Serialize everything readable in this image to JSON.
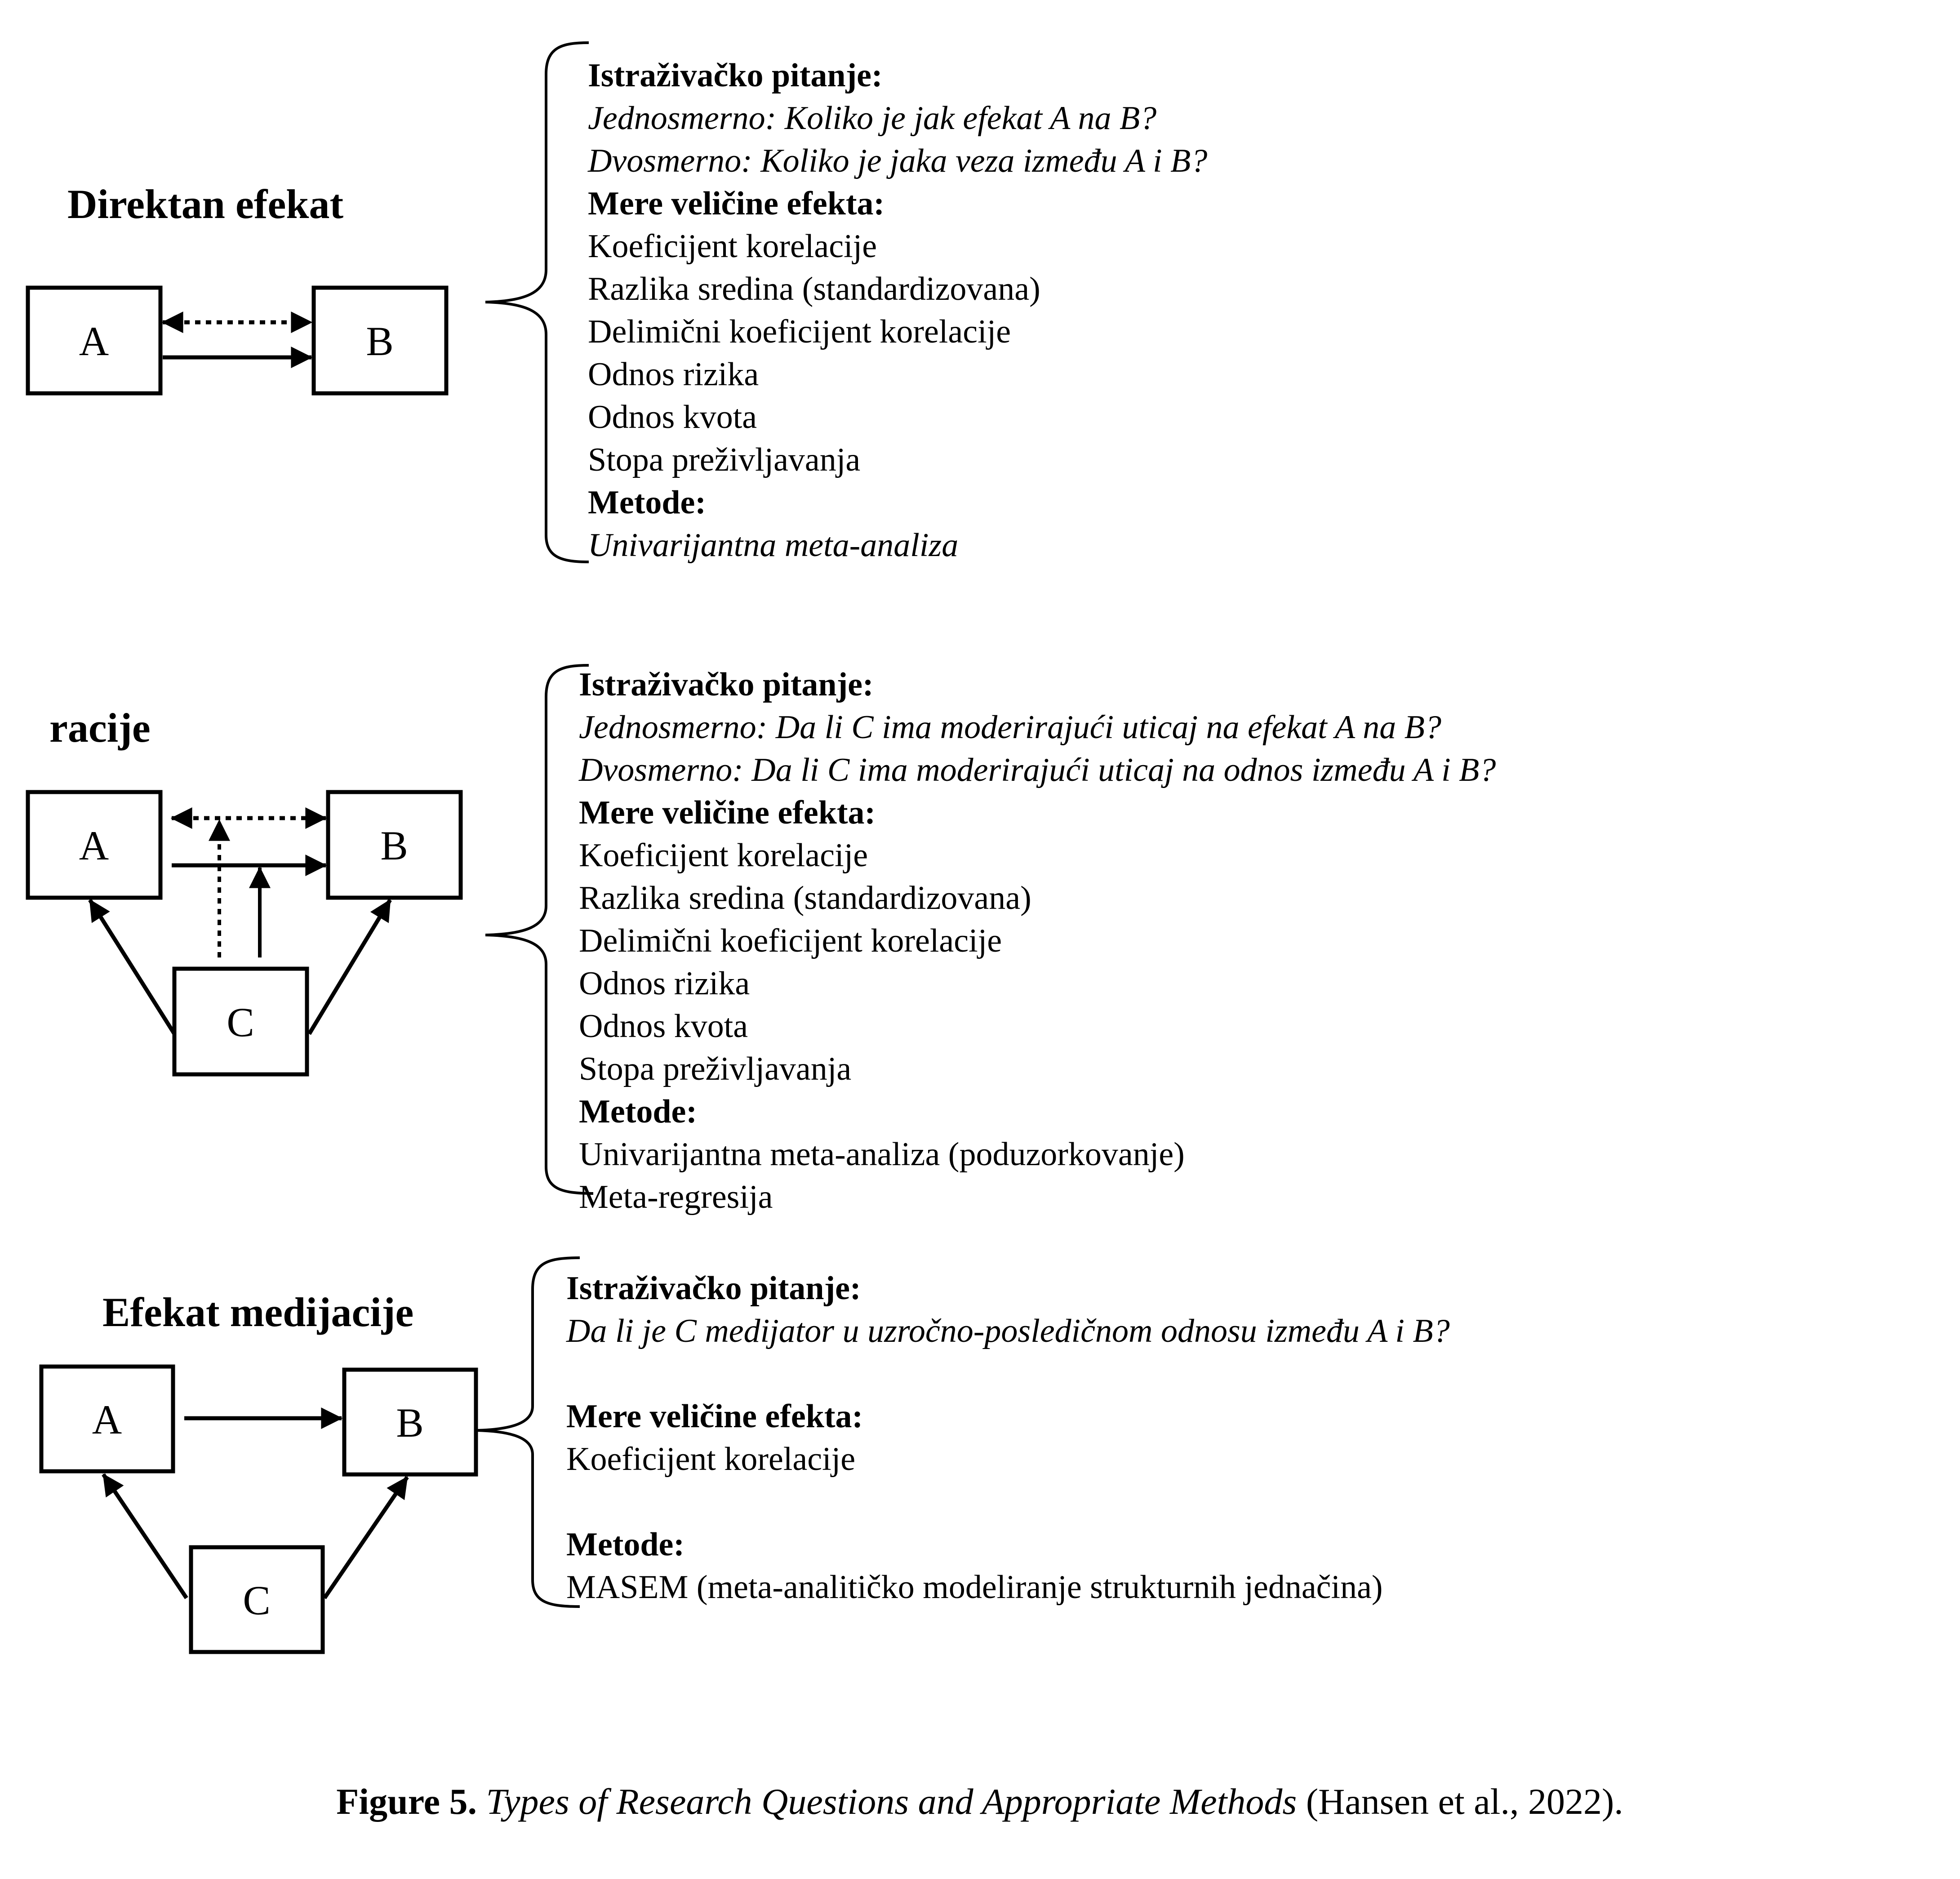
{
  "panels": [
    {
      "title": "Direktan efekat",
      "nodes": [
        "A",
        "B"
      ],
      "lines": [
        {
          "text": "Istraživačko pitanje:",
          "style": "bold"
        },
        {
          "text": "Jednosmerno: Koliko je jak efekat A na B?",
          "style": "italic"
        },
        {
          "text": "Dvosmerno: Koliko je jaka veza između A i B?",
          "style": "italic"
        },
        {
          "text": "Mere veličine efekta:",
          "style": "bold"
        },
        {
          "text": "Koeficijent korelacije",
          "style": "normal"
        },
        {
          "text": "Razlika sredina (standardizovana)",
          "style": "normal"
        },
        {
          "text": "Delimični koeficijent korelacije",
          "style": "normal"
        },
        {
          "text": "Odnos rizika",
          "style": "normal"
        },
        {
          "text": "Odnos kvota",
          "style": "normal"
        },
        {
          "text": "Stopa preživljavanja",
          "style": "normal"
        },
        {
          "text": "Metode:",
          "style": "bold"
        },
        {
          "text": "Univarijantna meta-analiza",
          "style": "italic"
        }
      ]
    },
    {
      "title": "racije",
      "nodes": [
        "A",
        "B",
        "C"
      ],
      "lines": [
        {
          "text": "Istraživačko pitanje:",
          "style": "bold"
        },
        {
          "text": "Jednosmerno: Da li C ima moderirajući uticaj na efekat A na B?",
          "style": "italic"
        },
        {
          "text": "Dvosmerno: Da li C ima moderirajući uticaj na odnos između A i B?",
          "style": "italic"
        },
        {
          "text": "Mere veličine efekta:",
          "style": "bold"
        },
        {
          "text": "Koeficijent korelacije",
          "style": "normal"
        },
        {
          "text": "Razlika sredina (standardizovana)",
          "style": "normal"
        },
        {
          "text": "Delimični koeficijent korelacije",
          "style": "normal"
        },
        {
          "text": "Odnos rizika",
          "style": "normal"
        },
        {
          "text": "Odnos kvota",
          "style": "normal"
        },
        {
          "text": "Stopa preživljavanja",
          "style": "normal"
        },
        {
          "text": "Metode:",
          "style": "bold"
        },
        {
          "text": "Univarijantna meta-analiza (poduzorkovanje)",
          "style": "normal"
        },
        {
          "text": "Meta-regresija",
          "style": "normal"
        }
      ]
    },
    {
      "title": "Efekat medijacije",
      "nodes": [
        "A",
        "B",
        "C"
      ],
      "lines": [
        {
          "text": "Istraživačko pitanje:",
          "style": "bold"
        },
        {
          "text": "Da li je C medijator u uzročno-posledičnom odnosu između A i B?",
          "style": "italic"
        },
        {
          "text": "",
          "style": "normal"
        },
        {
          "text": "Mere veličine efekta:",
          "style": "bold"
        },
        {
          "text": "Koeficijent korelacije",
          "style": "normal"
        },
        {
          "text": "",
          "style": "normal"
        },
        {
          "text": "Metode:",
          "style": "bold"
        },
        {
          "text": "MASEM (meta-analitičko modeliranje strukturnih jednačina)",
          "style": "normal"
        }
      ]
    }
  ],
  "caption": {
    "label": "Figure 5.",
    "title": "Types of Research Questions and Appropriate Methods",
    "source": "(Hansen et al., 2022)."
  }
}
